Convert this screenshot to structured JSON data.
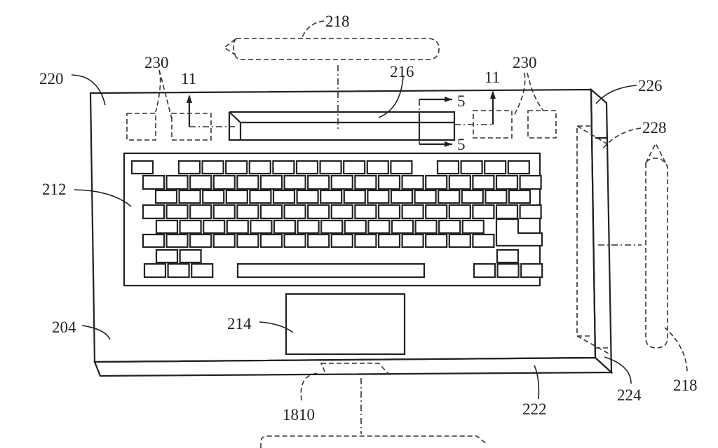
{
  "figure": {
    "labels": {
      "stylus_top": "218",
      "stylus_right": "218",
      "top_case": "220",
      "sensor_left": "230",
      "sensor_right": "230",
      "section_11_left": "11",
      "section_11_right": "11",
      "touch_strip": "216",
      "section_5_top": "5",
      "section_5_bottom": "5",
      "side_wall": "226",
      "recess": "228",
      "keyboard": "212",
      "base": "204",
      "trackpad": "214",
      "connector": "1810",
      "front_wall": "222",
      "corner": "224"
    },
    "colors": {
      "ink": "#222222",
      "paper": "#ffffff"
    }
  }
}
